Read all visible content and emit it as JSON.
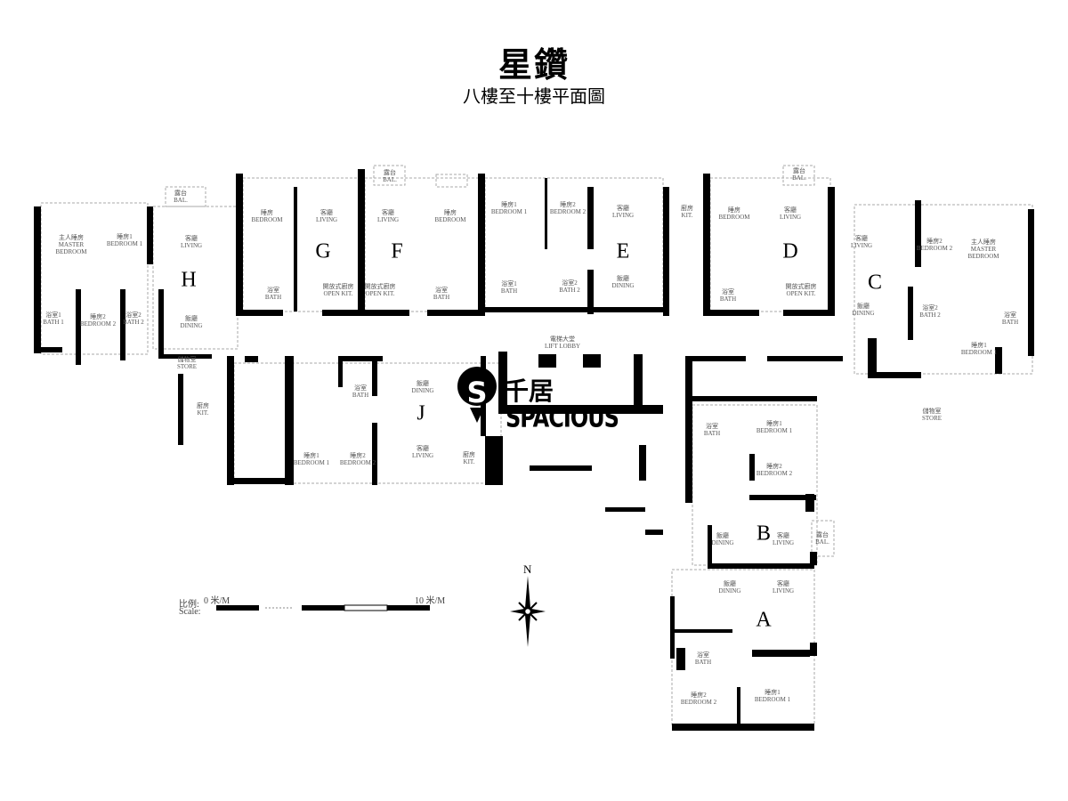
{
  "title": "星鑽",
  "subtitle": "八樓至十樓平面圖",
  "units": {
    "A": "A",
    "B": "B",
    "C": "C",
    "D": "D",
    "E": "E",
    "F": "F",
    "G": "G",
    "H": "H",
    "J": "J"
  },
  "rooms": {
    "h_master": "主人睡房\nMASTER\nBEDROOM",
    "h_bed1": "睡房1\nBEDROOM 1",
    "h_bed2": "睡房2\nBEDROOM 2",
    "h_bath1": "浴室1\nBATH 1",
    "h_bath2": "浴室2\nBATH 2",
    "h_living": "客廳\nLIVING",
    "h_dining": "飯廳\nDINING",
    "h_bal": "露台\nBAL.",
    "h_store": "儲物室\nSTORE",
    "h_kit": "廚房\nKIT.",
    "g_bedroom": "睡房\nBEDROOM",
    "g_living": "客廳\nLIVING",
    "g_bath": "浴室\nBATH",
    "g_openkit": "開放式廚房\nOPEN KIT.",
    "f_living": "客廳\nLIVING",
    "f_bedroom": "睡房\nBEDROOM",
    "f_openkit": "開放式廚房\nOPEN KIT.",
    "f_bath": "浴室\nBATH",
    "f_bal": "露台\nBAL.",
    "e_bed1": "睡房1\nBEDROOM 1",
    "e_bed2": "睡房2\nBEDROOM 2",
    "e_living": "客廳\nLIVING",
    "e_dining": "飯廳\nDINING",
    "e_bath1": "浴室1\nBATH",
    "e_bath2": "浴室2\nBATH 2",
    "e_kit": "廚房\nKIT.",
    "d_bedroom": "睡房\nBEDROOM",
    "d_living": "客廳\nLIVING",
    "d_bath": "浴室\nBATH",
    "d_openkit": "開放式廚房\nOPEN KIT.",
    "d_bal": "露台\nBAL.",
    "c_living": "客廳\nLIVING",
    "c_dining": "飯廳\nDINING",
    "c_bed2": "睡房2\nBEDROOM 2",
    "c_master": "主人睡房\nMASTER\nBEDROOM",
    "c_bath2": "浴室2\nBATH 2",
    "c_bath": "浴室\nBATH",
    "c_bed1": "睡房1\nBEDROOM 1",
    "c_store": "儲物室\nSTORE",
    "j_dining": "飯廳\nDINING",
    "j_living": "客廳\nLIVING",
    "j_bath": "浴室\nBATH",
    "j_bed1": "睡房1\nBEDROOM 1",
    "j_bed2": "睡房2\nBEDROOM 2",
    "j_kit": "廚房\nKIT.",
    "b_bed1": "睡房1\nBEDROOM 1",
    "b_bed2": "睡房2\nBEDROOM 2",
    "b_bath": "浴室\nBATH",
    "b_dining": "飯廳\nDINING",
    "b_living": "客廳\nLIVING",
    "b_bal": "露台\nBAL.",
    "a_dining": "飯廳\nDINING",
    "a_living": "客廳\nLIVING",
    "a_bath": "浴室\nBATH",
    "a_bed1": "睡房1\nBEDROOM 1",
    "a_bed2": "睡房2\nBEDROOM 2",
    "lift_lobby": "電梯大堂\nLIFT LOBBY"
  },
  "scale": {
    "label_cn": "比例:",
    "label_en": "Scale:",
    "start": "0 米/M",
    "end": "10 米/M"
  },
  "north": "N",
  "logo": {
    "cn": "千居",
    "en": "SPACIOUS"
  },
  "colors": {
    "wall": "#000000",
    "thin_line": "#999999",
    "background": "#ffffff"
  }
}
